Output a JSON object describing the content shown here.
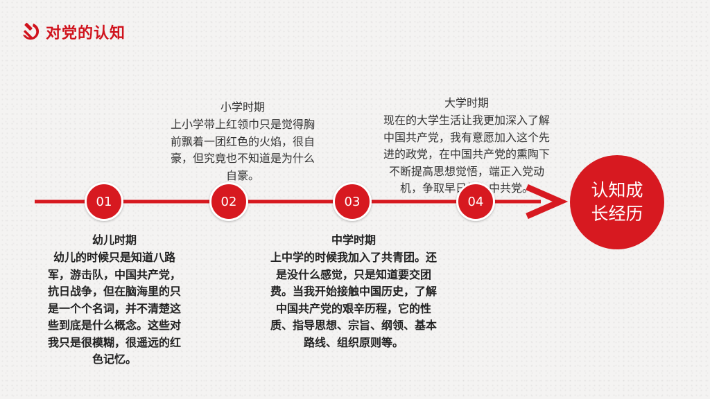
{
  "header": {
    "title": "对党的认知",
    "logo_icon": "hammer-sickle-icon"
  },
  "colors": {
    "accent": "#d71920",
    "text": "#222222"
  },
  "center": {
    "label": "认知成长经历"
  },
  "stages": [
    {
      "num": "01",
      "title": "幼儿时期",
      "body": "幼儿的时候只是知道八路军，游击队，中国共产党，抗日战争，但在脑海里的只是一个个名词，并不清楚这些到底是什么概念。这些对我只是很模糊，很遥远的红色记忆。"
    },
    {
      "num": "02",
      "title": "小学时期",
      "body": "上小学带上红领巾只是觉得胸前飘着一团红色的火焰，很自豪，但究竟也不知道是为什么自豪。"
    },
    {
      "num": "03",
      "title": "中学时期",
      "body": "上中学的时候我加入了共青团。还是没什么感觉，只是知道要交团费。当我开始接触中国历史，了解中国共产党的艰辛历程，它的性质、指导思想、宗旨、纲领、基本路线、组织原则等。"
    },
    {
      "num": "04",
      "title": "大学时期",
      "body": "现在的大学生活让我更加深入了解中国共产党，我有意愿加入这个先进的政党，在中国共产党的熏陶下不断提高思想觉悟，端正入党动机，争取早日加入中共党。"
    }
  ]
}
